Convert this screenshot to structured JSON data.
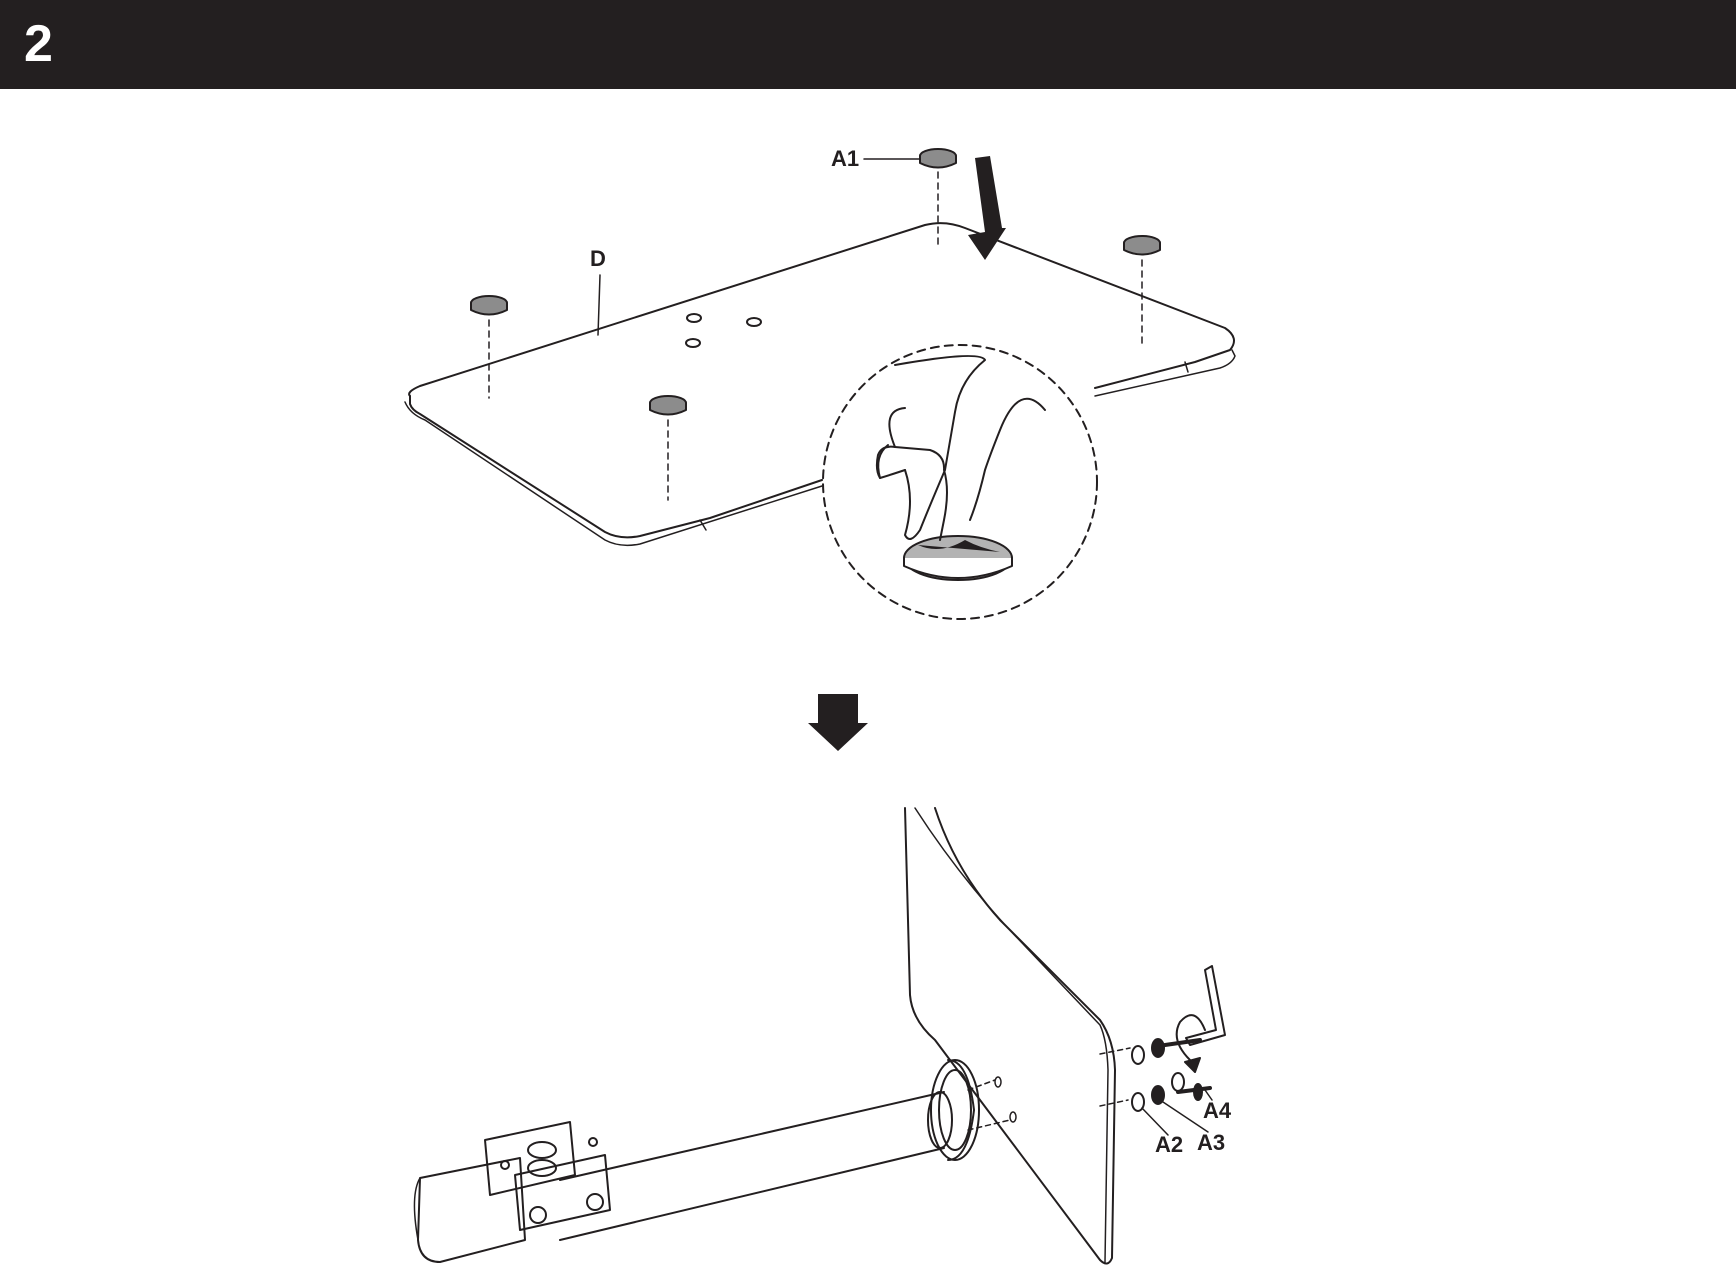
{
  "header": {
    "step_number": "2"
  },
  "labels": {
    "feet_pad": "A1",
    "base_plate": "D",
    "washer": "A2",
    "lock_washer": "A3",
    "screw": "A4"
  },
  "colors": {
    "header_bg": "#231f20",
    "line": "#231f20",
    "pad_fill": "#8c8c8c"
  }
}
